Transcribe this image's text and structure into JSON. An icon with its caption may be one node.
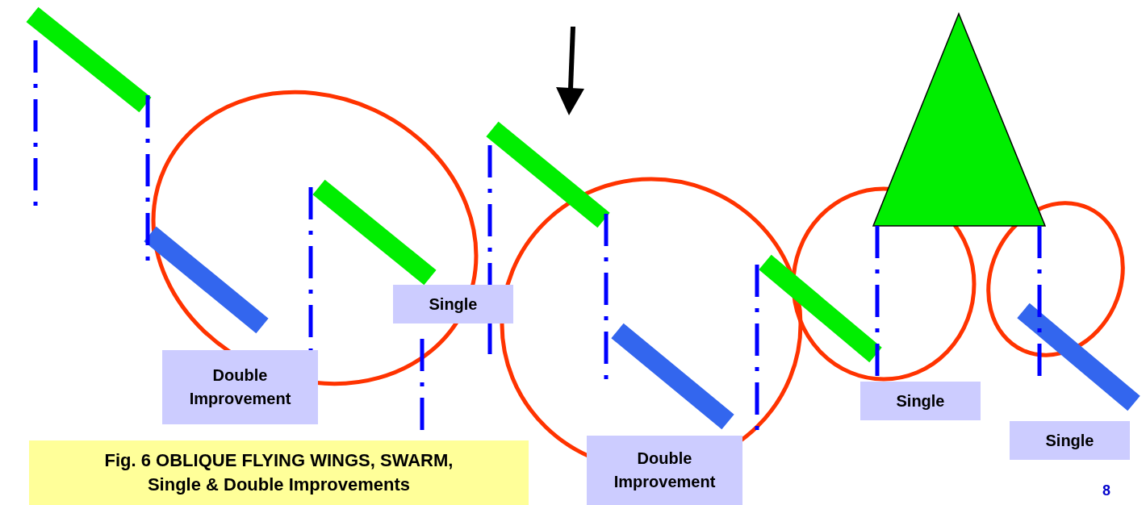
{
  "diagram": {
    "caption": "Fig. 6 OBLIQUE FLYING WINGS, SWARM, Single & Double Improvements",
    "nodes": [
      {
        "text": [
          "Double Improvement"
        ]
      },
      {
        "text": [
          "Single"
        ]
      },
      {
        "text": [
          "Double Improvement"
        ]
      },
      {
        "text": [
          "Single"
        ]
      },
      {
        "text": [
          "Single"
        ]
      }
    ],
    "labels": [
      "8"
    ]
  }
}
